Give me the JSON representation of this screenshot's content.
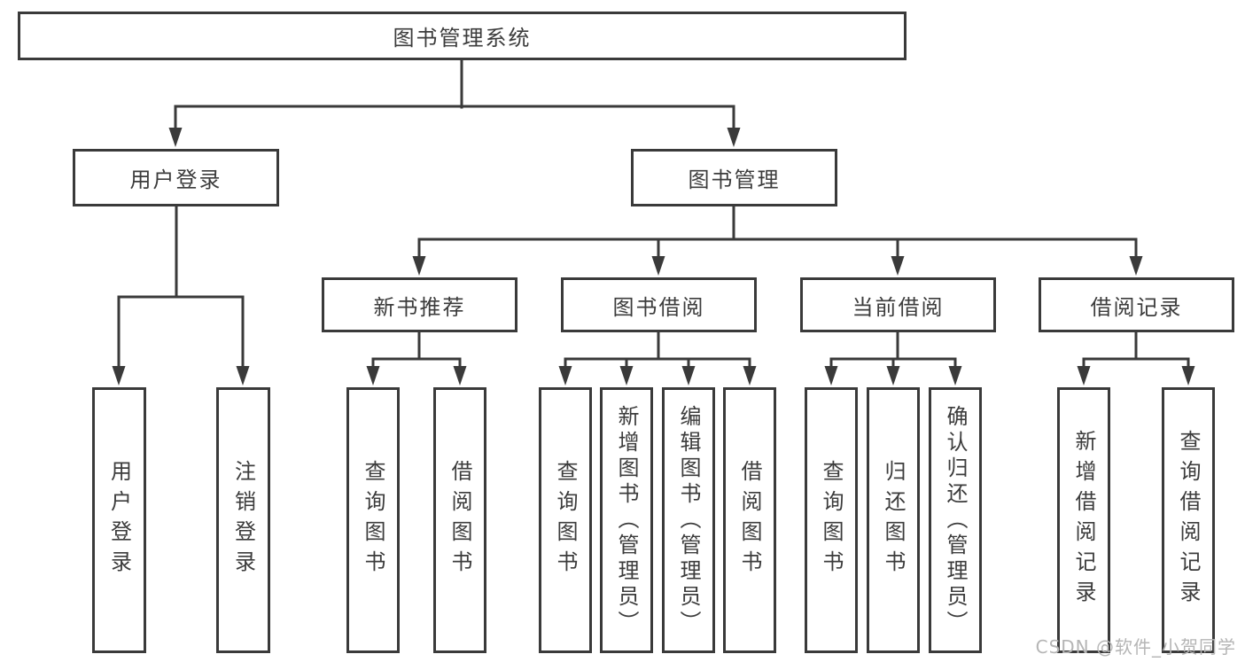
{
  "diagram_type": "functional-structure-tree",
  "colors": {
    "line": "#3a3a3a",
    "text": "#3c3c3c",
    "background": "#ffffff",
    "watermark": "#b5b5b5"
  },
  "watermark": {
    "text": "CSDN @软件_小贺同学"
  },
  "tree": {
    "root": {
      "label": "图书管理系统",
      "children": {
        "user_login": {
          "label": "用户登录",
          "children": {
            "login": {
              "label": "用户登录"
            },
            "logout": {
              "label": "注销登录"
            }
          }
        },
        "book_management": {
          "label": "图书管理",
          "children": {
            "new_book_recommend": {
              "label": "新书推荐",
              "children": {
                "query_book": {
                  "label": "查询图书"
                },
                "borrow_book": {
                  "label": "借阅图书"
                }
              }
            },
            "book_borrow": {
              "label": "图书借阅",
              "children": {
                "query_book": {
                  "label": "查询图书"
                },
                "add_book_admin": {
                  "label": "新增图书（管理员）"
                },
                "edit_book_admin": {
                  "label": "编辑图书（管理员）"
                },
                "borrow_book": {
                  "label": "借阅图书"
                }
              }
            },
            "current_borrow": {
              "label": "当前借阅",
              "children": {
                "query_book": {
                  "label": "查询图书"
                },
                "return_book": {
                  "label": "归还图书"
                },
                "confirm_return_admin": {
                  "label": "确认归还（管理员）"
                }
              }
            },
            "borrow_record": {
              "label": "借阅记录",
              "children": {
                "add_borrow_record": {
                  "label": "新增借阅记录"
                },
                "query_borrow_record": {
                  "label": "查询借阅记录"
                }
              }
            }
          }
        }
      }
    }
  }
}
